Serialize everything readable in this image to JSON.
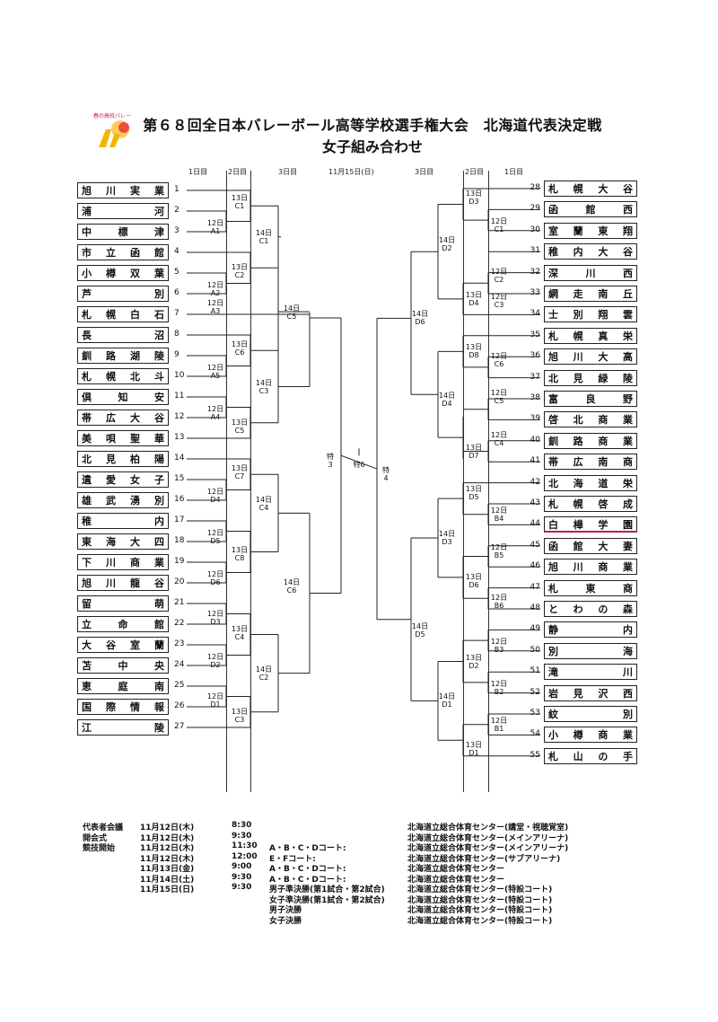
{
  "title_line1": "第６８回全日本バレーボール高等学校選手権大会　北海道代表決定戦",
  "title_line2": "女子組み合わせ",
  "logo": {
    "caption": "春の高校バレー",
    "mark": "volleyball-logo",
    "colors": [
      "#f4b400",
      "#e53935",
      "#fbc02d"
    ]
  },
  "headers": {
    "day1_left": "1日目",
    "day2_left": "2日目",
    "day3_left": "3日目",
    "center_date": "11月15日(日)",
    "day3_right": "3日目",
    "day2_right": "2日目",
    "day1_right": "1日目"
  },
  "left_teams": [
    {
      "n": "1",
      "name": "旭川実業"
    },
    {
      "n": "2",
      "name": "浦河"
    },
    {
      "n": "3",
      "name": "中標津"
    },
    {
      "n": "4",
      "name": "市立函館"
    },
    {
      "n": "5",
      "name": "小樽双葉"
    },
    {
      "n": "6",
      "name": "芦別"
    },
    {
      "n": "7",
      "name": "札幌白石"
    },
    {
      "n": "8",
      "name": "長沼"
    },
    {
      "n": "9",
      "name": "釧路湖陵"
    },
    {
      "n": "10",
      "name": "札幌北斗"
    },
    {
      "n": "11",
      "name": "倶知安"
    },
    {
      "n": "12",
      "name": "帯広大谷"
    },
    {
      "n": "13",
      "name": "美唄聖華"
    },
    {
      "n": "14",
      "name": "北見柏陽"
    },
    {
      "n": "15",
      "name": "遺愛女子"
    },
    {
      "n": "16",
      "name": "雄武湧別"
    },
    {
      "n": "17",
      "name": "稚内"
    },
    {
      "n": "18",
      "name": "東海大四"
    },
    {
      "n": "19",
      "name": "下川商業"
    },
    {
      "n": "20",
      "name": "旭川龍谷"
    },
    {
      "n": "21",
      "name": "留萌"
    },
    {
      "n": "22",
      "name": "立命館"
    },
    {
      "n": "23",
      "name": "大谷室蘭"
    },
    {
      "n": "24",
      "name": "苫中央"
    },
    {
      "n": "25",
      "name": "恵庭南"
    },
    {
      "n": "26",
      "name": "国際情報"
    },
    {
      "n": "27",
      "name": "江陵"
    }
  ],
  "right_teams": [
    {
      "n": "28",
      "name": "札幌大谷"
    },
    {
      "n": "29",
      "name": "函館西"
    },
    {
      "n": "30",
      "name": "室蘭東翔"
    },
    {
      "n": "31",
      "name": "稚内大谷"
    },
    {
      "n": "32",
      "name": "深川西"
    },
    {
      "n": "33",
      "name": "網走南丘"
    },
    {
      "n": "34",
      "name": "士別翔雲"
    },
    {
      "n": "35",
      "name": "札幌真栄"
    },
    {
      "n": "36",
      "name": "旭川大高"
    },
    {
      "n": "37",
      "name": "北見緑陵"
    },
    {
      "n": "38",
      "name": "富良野"
    },
    {
      "n": "39",
      "name": "啓北商業"
    },
    {
      "n": "40",
      "name": "釧路商業"
    },
    {
      "n": "41",
      "name": "帯広南商"
    },
    {
      "n": "42",
      "name": "北海道栄"
    },
    {
      "n": "43",
      "name": "札幌啓成"
    },
    {
      "n": "44",
      "name": "白樺学園"
    },
    {
      "n": "45",
      "name": "函館大妻"
    },
    {
      "n": "46",
      "name": "旭川商業"
    },
    {
      "n": "47",
      "name": "札東商"
    },
    {
      "n": "48",
      "name": "とわの森"
    },
    {
      "n": "49",
      "name": "静内"
    },
    {
      "n": "50",
      "name": "別海"
    },
    {
      "n": "51",
      "name": "滝川"
    },
    {
      "n": "52",
      "name": "岩見沢西"
    },
    {
      "n": "53",
      "name": "紋別"
    },
    {
      "n": "54",
      "name": "小樽商業"
    },
    {
      "n": "55",
      "name": "札山の手"
    }
  ],
  "match_labels_left": {
    "r1": [
      [
        "12日",
        "A1"
      ],
      [
        "12日",
        "A2"
      ],
      [
        "12日",
        "A3"
      ],
      [
        "12日",
        "A5"
      ],
      [
        "12日",
        "A4"
      ],
      [
        "12日",
        "D4"
      ],
      [
        "12日",
        "D5"
      ],
      [
        "12日",
        "D6"
      ],
      [
        "12日",
        "D3"
      ],
      [
        "12日",
        "D2"
      ],
      [
        "12日",
        "D1"
      ]
    ],
    "r2": [
      [
        "13日",
        "C1"
      ],
      [
        "13日",
        "C2"
      ],
      [
        "13日",
        "C6"
      ],
      [
        "13日",
        "C5"
      ],
      [
        "13日",
        "C7"
      ],
      [
        "13日",
        "C8"
      ],
      [
        "13日",
        "C4"
      ],
      [
        "13日",
        "C3"
      ]
    ],
    "r3": [
      [
        "14日",
        "C1"
      ],
      [
        "14日",
        "C3"
      ],
      [
        "14日",
        "C4"
      ],
      [
        "14日",
        "C2"
      ]
    ],
    "r4": [
      [
        "14日",
        "C5"
      ],
      [
        "14日",
        "C6"
      ]
    ]
  },
  "match_labels_right": {
    "r1": [
      [
        "12日",
        "C1"
      ],
      [
        "12日",
        "C2"
      ],
      [
        "12日",
        "C3"
      ],
      [
        "12日",
        "C6"
      ],
      [
        "12日",
        "C5"
      ],
      [
        "12日",
        "C4"
      ],
      [
        "12日",
        "B4"
      ],
      [
        "12日",
        "B5"
      ],
      [
        "12日",
        "B6"
      ],
      [
        "12日",
        "B3"
      ],
      [
        "12日",
        "B2"
      ],
      [
        "12日",
        "B1"
      ]
    ],
    "r2": [
      [
        "13日",
        "D3"
      ],
      [
        "13日",
        "D4"
      ],
      [
        "13日",
        "D8"
      ],
      [
        "13日",
        "D7"
      ],
      [
        "13日",
        "D5"
      ],
      [
        "13日",
        "D6"
      ],
      [
        "13日",
        "D2"
      ],
      [
        "13日",
        "D1"
      ]
    ],
    "r3": [
      [
        "14日",
        "D2"
      ],
      [
        "14日",
        "D4"
      ],
      [
        "14日",
        "D3"
      ],
      [
        "14日",
        "D1"
      ]
    ],
    "r4": [
      [
        "14日",
        "D6"
      ],
      [
        "14日",
        "D5"
      ]
    ]
  },
  "semis": {
    "left": [
      "特",
      "3"
    ],
    "right": [
      "特",
      "4"
    ],
    "final": "特6"
  },
  "schedule": [
    {
      "event": "代表者会議",
      "date": "11月12日(木)",
      "time": "8:30",
      "court": "",
      "venue": "北海道立総合体育センター(講堂・視聴覚室)"
    },
    {
      "event": "開会式",
      "date": "11月12日(木)",
      "time": "9:30",
      "court": "",
      "venue": "北海道立総合体育センター(メインアリーナ)"
    },
    {
      "event": "競技開始",
      "date": "11月12日(木)",
      "time": "11:30",
      "court": "A・B・C・Dコート:",
      "venue": "北海道立総合体育センター(メインアリーナ)"
    },
    {
      "event": "",
      "date": "11月12日(木)",
      "time": "12:00",
      "court": "E・Fコート:",
      "venue": "北海道立総合体育センター(サブアリーナ)"
    },
    {
      "event": "",
      "date": "11月13日(金)",
      "time": "9:00",
      "court": "A・B・C・Dコート:",
      "venue": "北海道立総合体育センター"
    },
    {
      "event": "",
      "date": "11月14日(土)",
      "time": "9:30",
      "court": "A・B・C・Dコート:",
      "venue": "北海道立総合体育センター"
    },
    {
      "event": "",
      "date": "11月15日(日)",
      "time": "9:30",
      "court": "男子準決勝(第1試合・第2試合)",
      "venue": "北海道立総合体育センター(特設コート)"
    },
    {
      "event": "",
      "date": "",
      "time": "",
      "court": "女子準決勝(第1試合・第2試合)",
      "venue": "北海道立総合体育センター(特設コート)"
    },
    {
      "event": "",
      "date": "",
      "time": "",
      "court": "男子決勝",
      "venue": "北海道立総合体育センター(特設コート)"
    },
    {
      "event": "",
      "date": "",
      "time": "",
      "court": "女子決勝",
      "venue": "北海道立総合体育センター(特設コート)"
    }
  ]
}
